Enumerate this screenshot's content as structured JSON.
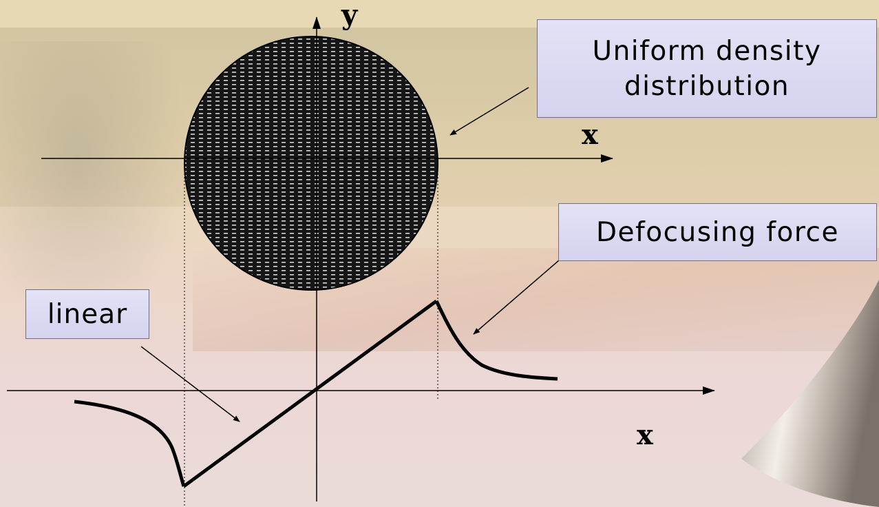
{
  "labels": {
    "uniform_line1": "Uniform density",
    "uniform_line2": "distribution",
    "defocusing": "Defocusing force",
    "linear": "linear",
    "axis_y": "y",
    "axis_x_top": "x",
    "axis_x_bottom": "x"
  },
  "colors": {
    "background": "#e8d9c0",
    "beam_fill": "#1a1a1a",
    "callout_box": "#d8d6f0",
    "stroke": "#000000"
  }
}
